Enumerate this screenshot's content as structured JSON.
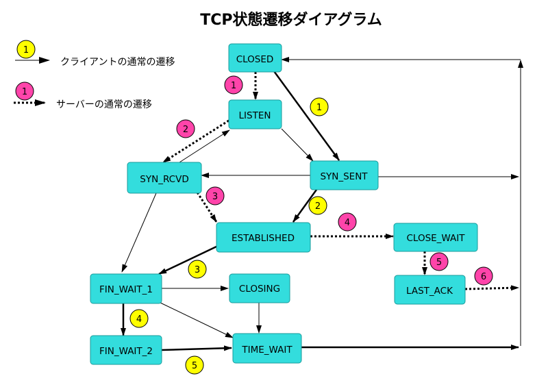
{
  "title": "TCP状態遷移ダイアグラム",
  "legend": {
    "client": {
      "number": "1",
      "label": "クライアントの通常の遷移"
    },
    "server": {
      "number": "1",
      "label": "サーバーの通常の遷移"
    }
  },
  "states": {
    "closed": "CLOSED",
    "listen": "LISTEN",
    "syn_rcvd": "SYN_RCVD",
    "syn_sent": "SYN_SENT",
    "established": "ESTABLISHED",
    "close_wait": "CLOSE_WAIT",
    "fin_wait_1": "FIN_WAIT_1",
    "closing": "CLOSING",
    "last_ack": "LAST_ACK",
    "fin_wait_2": "FIN_WAIT_2",
    "time_wait": "TIME_WAIT"
  },
  "client_steps": [
    "1",
    "2",
    "3",
    "4",
    "5"
  ],
  "server_steps": [
    "1",
    "2",
    "3",
    "4",
    "5",
    "6"
  ],
  "colors": {
    "client": "#ffff00",
    "server": "#ff44aa",
    "state_fill": "#33dddd"
  }
}
